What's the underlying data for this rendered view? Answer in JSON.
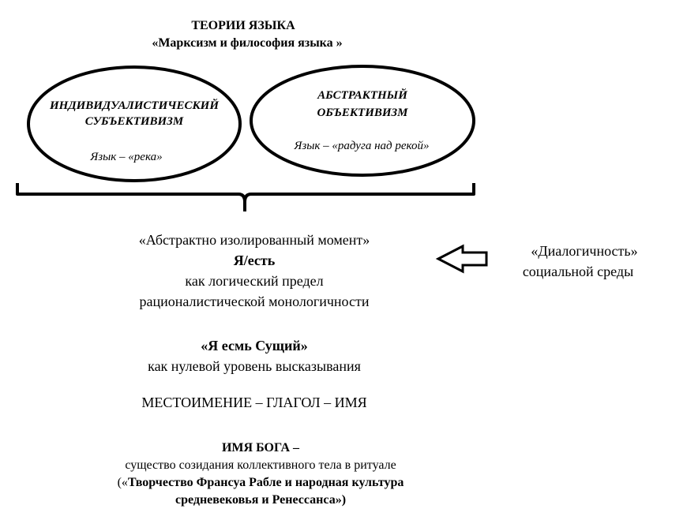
{
  "header": {
    "title": "ТЕОРИИ ЯЗЫКА",
    "subtitle": "«Марксизм и философия языка »"
  },
  "left_oval": {
    "heading_line1": "ИНДИВИДУАЛИСТИЧЕСКИЙ",
    "heading_line2": "СУБЪЕКТИВИЗМ",
    "metaphor": "Язык  – «река»"
  },
  "right_oval": {
    "heading_line1": "АБСТРАКТНЫЙ",
    "heading_line2": "ОБЪЕКТИВИЗМ",
    "metaphor": "Язык – «радуга над рекой»"
  },
  "center_block": {
    "line1": "«Абстрактно изолированный момент»",
    "line2": "Я/есть",
    "line3": "как логический предел",
    "line4": "рационалистической  монологичности"
  },
  "side_note": {
    "line1": "«Диалогичность»",
    "line2": "социальной среды"
  },
  "being_block": {
    "line1": "«Я  есмь  Сущий»",
    "line2": "как нулевой уровень высказывания"
  },
  "sequence": "МЕСТОИМЕНИЕ – ГЛАГОЛ – ИМЯ",
  "god_name_block": {
    "line1": "ИМЯ БОГА –",
    "line2": "существо созидания коллективного тела в ритуале",
    "line3_prefix": "(«",
    "line3_bold": "Творчество Франсуа Рабле и народная  культура",
    "line4": "средневековья и Ренессанса»)"
  },
  "icons": {
    "brace": "curly-brace-icon",
    "arrow": "left-arrow-icon"
  }
}
